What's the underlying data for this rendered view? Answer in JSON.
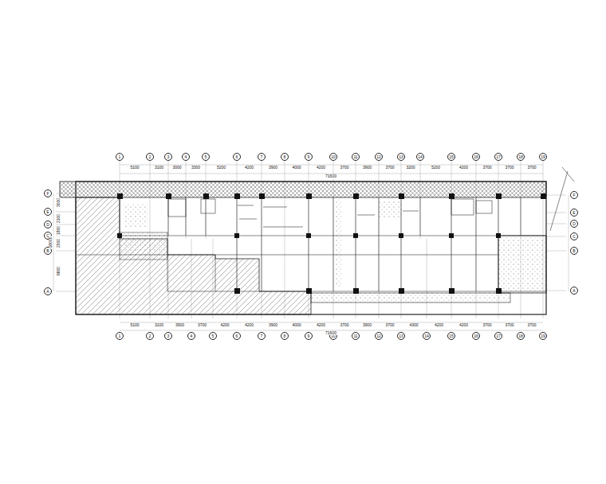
{
  "diagram": {
    "nodes": [
      {
        "text": [
          "1"
        ]
      },
      {
        "text": [
          "2"
        ]
      },
      {
        "text": [
          "3"
        ]
      },
      {
        "text": [
          "4"
        ]
      },
      {
        "text": [
          "5"
        ]
      },
      {
        "text": [
          "6"
        ]
      },
      {
        "text": [
          "7"
        ]
      },
      {
        "text": [
          "8"
        ]
      },
      {
        "text": [
          "9"
        ]
      },
      {
        "text": [
          "10"
        ]
      },
      {
        "text": [
          "11"
        ]
      },
      {
        "text": [
          "12"
        ]
      },
      {
        "text": [
          "13"
        ]
      },
      {
        "text": [
          "14"
        ]
      },
      {
        "text": [
          "15"
        ]
      },
      {
        "text": [
          "16"
        ]
      },
      {
        "text": [
          "17"
        ]
      },
      {
        "text": [
          "18"
        ]
      },
      {
        "text": [
          "19"
        ]
      },
      {
        "text": [
          "F"
        ]
      },
      {
        "text": [
          "E"
        ]
      },
      {
        "text": [
          "D"
        ]
      },
      {
        "text": [
          "C"
        ]
      },
      {
        "text": [
          "B"
        ]
      },
      {
        "text": [
          "A"
        ]
      },
      {
        "text": [
          "F"
        ]
      },
      {
        "text": [
          "E"
        ]
      },
      {
        "text": [
          "D"
        ]
      },
      {
        "text": [
          "C"
        ]
      },
      {
        "text": [
          "B"
        ]
      },
      {
        "text": [
          "A"
        ]
      },
      {
        "text": [
          "1"
        ]
      },
      {
        "text": [
          "2"
        ]
      },
      {
        "text": [
          "3"
        ]
      },
      {
        "text": [
          "4"
        ]
      },
      {
        "text": [
          "5"
        ]
      },
      {
        "text": [
          "6"
        ]
      },
      {
        "text": [
          "7"
        ]
      },
      {
        "text": [
          "8"
        ]
      },
      {
        "text": [
          "9"
        ]
      },
      {
        "text": [
          "10"
        ]
      },
      {
        "text": [
          "11"
        ]
      },
      {
        "text": [
          "12"
        ]
      },
      {
        "text": [
          "13"
        ]
      },
      {
        "text": [
          "14"
        ]
      },
      {
        "text": [
          "15"
        ]
      },
      {
        "text": [
          "16"
        ]
      },
      {
        "text": [
          "17"
        ]
      },
      {
        "text": [
          "18"
        ]
      },
      {
        "text": [
          "19"
        ]
      }
    ],
    "labels": [
      "5100",
      "3100",
      "3000",
      "3300",
      "5200",
      "4200",
      "3900",
      "4000",
      "4200",
      "3700",
      "3900",
      "3700",
      "3200",
      "5200",
      "4200",
      "3700",
      "3700",
      "3700",
      "71600",
      "5100",
      "3100",
      "3900",
      "3700",
      "4200",
      "4200",
      "3900",
      "4000",
      "4200",
      "3700",
      "3900",
      "3700",
      "4300",
      "4200",
      "4200",
      "3700",
      "3700",
      "3700",
      "71600",
      "3000",
      "2100",
      "1800",
      "2500",
      "6600",
      "16000"
    ]
  }
}
